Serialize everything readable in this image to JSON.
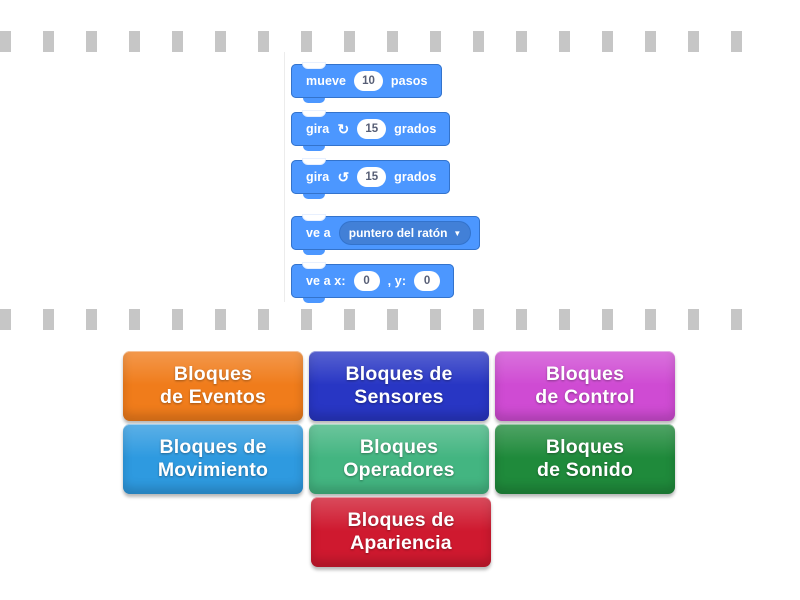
{
  "activity": {
    "type": "match-up-drag-and-drop",
    "background_color": "#ffffff"
  },
  "separators": {
    "dash_color": "#c6c6c6",
    "dash_count": 18,
    "rows": [
      "top",
      "middle"
    ]
  },
  "drop_zone": {
    "name": "scratch-blocks-drop-zone",
    "blocks": [
      {
        "id": "blk-move",
        "category": "movimiento",
        "color": "#4c97ff",
        "parts": [
          {
            "kind": "label",
            "text": "mueve"
          },
          {
            "kind": "number-input",
            "value": "10"
          },
          {
            "kind": "label",
            "text": "pasos"
          }
        ]
      },
      {
        "id": "blk-right",
        "category": "movimiento",
        "color": "#4c97ff",
        "parts": [
          {
            "kind": "label",
            "text": "gira"
          },
          {
            "kind": "icon",
            "icon": "turn-right-icon",
            "glyph": "↻"
          },
          {
            "kind": "number-input",
            "value": "15"
          },
          {
            "kind": "label",
            "text": "grados"
          }
        ]
      },
      {
        "id": "blk-left",
        "category": "movimiento",
        "color": "#4c97ff",
        "parts": [
          {
            "kind": "label",
            "text": "gira"
          },
          {
            "kind": "icon",
            "icon": "turn-left-icon",
            "glyph": "↺"
          },
          {
            "kind": "number-input",
            "value": "15"
          },
          {
            "kind": "label",
            "text": "grados"
          }
        ]
      },
      {
        "id": "blk-goto",
        "category": "movimiento",
        "color": "#4c97ff",
        "parts": [
          {
            "kind": "label",
            "text": "ve a"
          },
          {
            "kind": "dropdown",
            "value": "puntero del ratón",
            "caret": "▼"
          }
        ]
      },
      {
        "id": "blk-gotoxy",
        "category": "movimiento",
        "color": "#4c97ff",
        "parts": [
          {
            "kind": "label",
            "text": "ve a x:"
          },
          {
            "kind": "number-input",
            "value": "0"
          },
          {
            "kind": "label",
            "text": ", y:"
          },
          {
            "kind": "number-input",
            "value": "0"
          }
        ]
      }
    ]
  },
  "tiles": {
    "rows": [
      [
        {
          "label_line1": "Bloques",
          "label_line2": "de Eventos",
          "color": "#f07c1b"
        },
        {
          "label_line1": "Bloques de",
          "label_line2": "Sensores",
          "color": "#2836c4"
        },
        {
          "label_line1": "Bloques",
          "label_line2": "de Control",
          "color": "#cf4bd3"
        }
      ],
      [
        {
          "label_line1": "Bloques de",
          "label_line2": "Movimiento",
          "color": "#2e9ae0"
        },
        {
          "label_line1": "Bloques",
          "label_line2": "Operadores",
          "color": "#43b581"
        },
        {
          "label_line1": "Bloques",
          "label_line2": "de Sonido",
          "color": "#1f8a3b"
        }
      ],
      [
        {
          "label_line1": "Bloques de",
          "label_line2": "Apariencia",
          "color": "#cf192f"
        }
      ]
    ]
  }
}
